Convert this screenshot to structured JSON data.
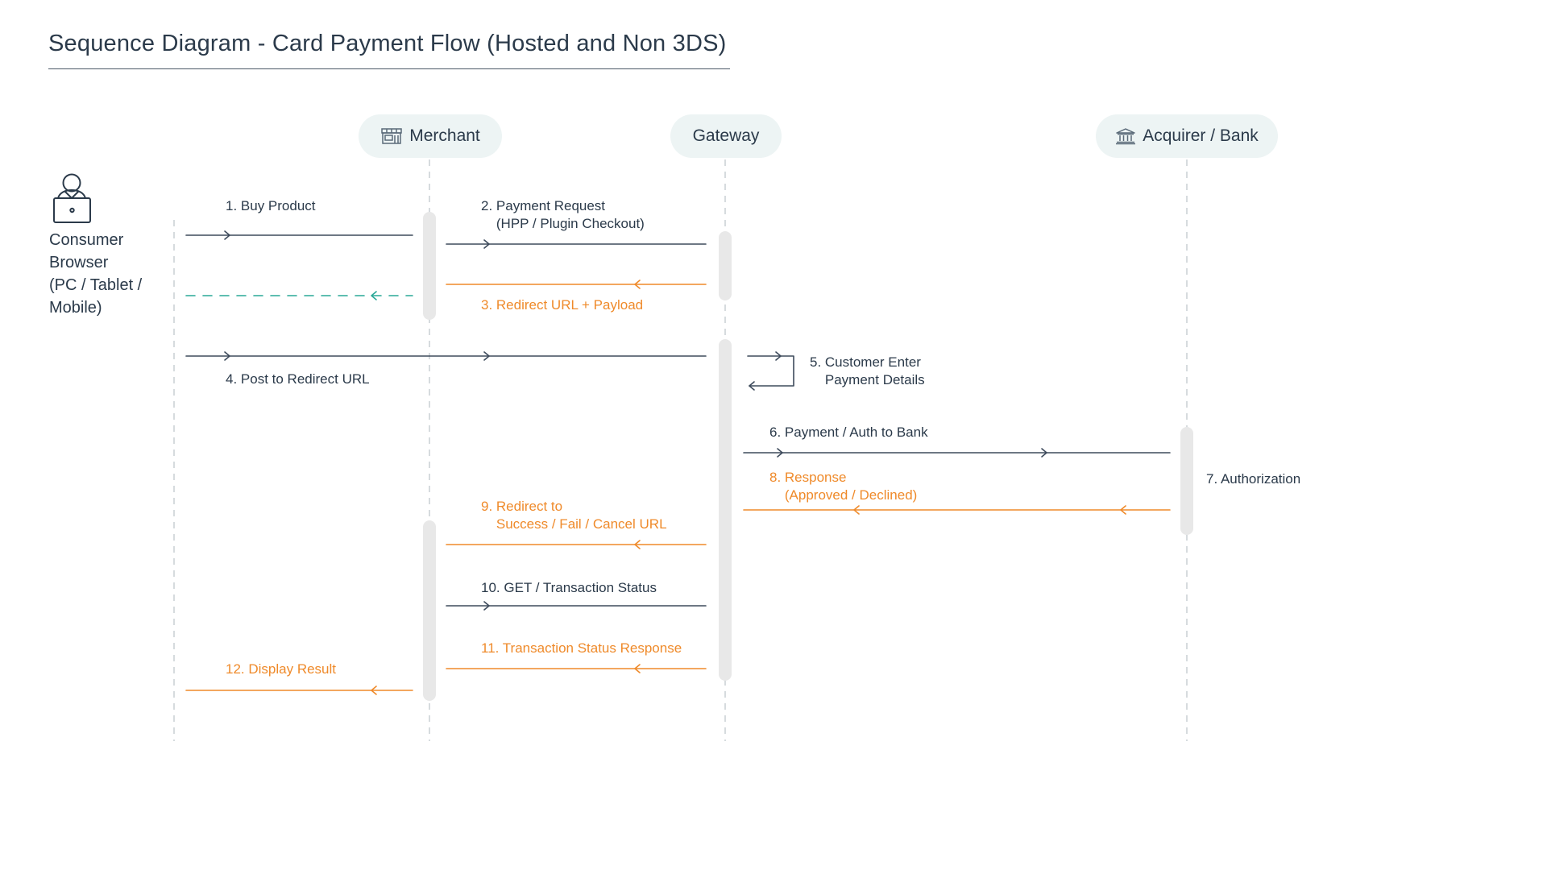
{
  "title": "Sequence Diagram - Card Payment Flow (Hosted and Non 3DS)",
  "colors": {
    "text": "#2b3a4a",
    "request_arrow": "#3e4b5c",
    "response_arrow": "#ef8a2a",
    "redirect_dashed": "#2aa897",
    "pill_bg": "#edf4f4",
    "lifeline": "#c9cfd4",
    "activation": "#e8e8e8"
  },
  "actors": {
    "consumer": {
      "label": "Consumer\nBrowser\n(PC / Tablet /\nMobile)",
      "icon": "person-laptop-icon"
    },
    "merchant": {
      "label": "Merchant",
      "icon": "storefront-icon"
    },
    "gateway": {
      "label": "Gateway"
    },
    "bank": {
      "label": "Acquirer / Bank",
      "icon": "bank-building-icon"
    }
  },
  "messages": [
    {
      "id": "m1",
      "text": "1. Buy Product",
      "style": "request"
    },
    {
      "id": "m2",
      "text": "2. Payment Request\n    (HPP / Plugin Checkout)",
      "style": "request"
    },
    {
      "id": "m3",
      "text": "3. Redirect URL + Payload",
      "style": "response"
    },
    {
      "id": "m4",
      "text": "4. Post to Redirect URL",
      "style": "request"
    },
    {
      "id": "m5",
      "text": "5. Customer Enter\n    Payment Details",
      "style": "self"
    },
    {
      "id": "m6",
      "text": "6. Payment / Auth to Bank",
      "style": "request"
    },
    {
      "id": "m7",
      "text": "7. Authorization",
      "style": "note"
    },
    {
      "id": "m8",
      "text": "8. Response\n    (Approved / Declined)",
      "style": "response"
    },
    {
      "id": "m9",
      "text": "9. Redirect to\n    Success / Fail / Cancel URL",
      "style": "response"
    },
    {
      "id": "m10",
      "text": "10. GET / Transaction Status",
      "style": "request"
    },
    {
      "id": "m11",
      "text": "11. Transaction Status Response",
      "style": "response"
    },
    {
      "id": "m12",
      "text": "12. Display Result",
      "style": "response"
    }
  ]
}
